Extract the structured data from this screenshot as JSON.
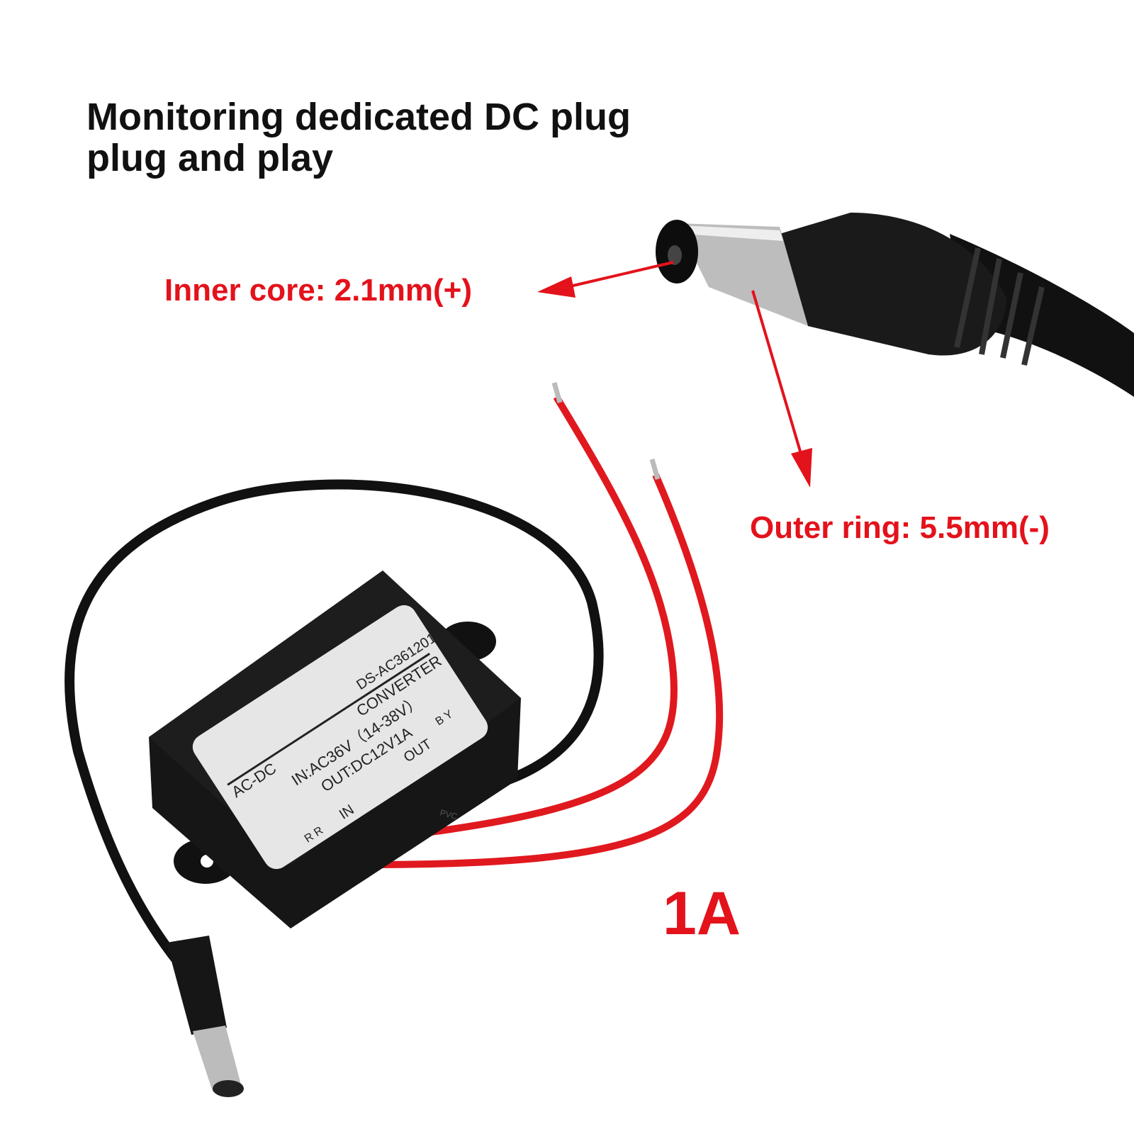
{
  "title": {
    "line1": "Monitoring dedicated DC plug",
    "line2": "plug and play"
  },
  "annotations": {
    "inner_core": "Inner core: 2.1mm(+)",
    "outer_ring": "Outer ring: 5.5mm(-)",
    "current": "1A"
  },
  "product_label": {
    "model": "DS-AC361201",
    "type": "CONVERTER",
    "category": "AC-DC",
    "input": "IN:AC36V（14-38V）",
    "output": "OUT:DC12V1A",
    "out_terminal": "OUT",
    "out_wires": "B Y",
    "in_terminal": "IN",
    "in_wires": "R R",
    "cable_print": "PVC"
  },
  "colors": {
    "annotation": "#e3121b",
    "wire_red": "#e0191f",
    "body": "#151515",
    "label_bg": "#e6e6e6"
  }
}
